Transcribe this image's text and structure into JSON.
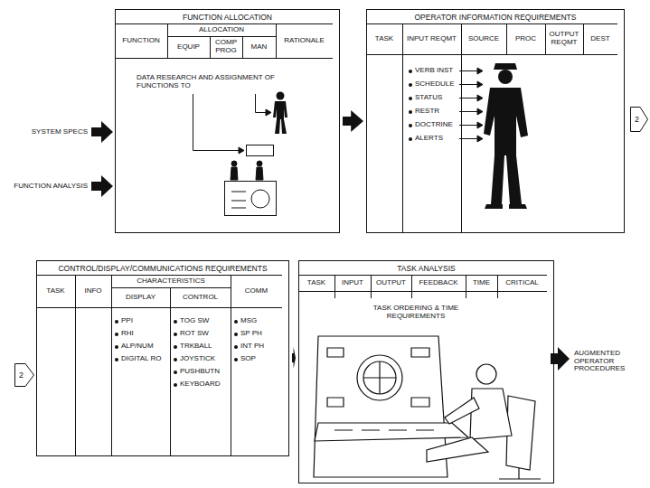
{
  "diagram": {
    "nodes": [
      {
        "text": [
          "FUNCTION ALLOCATION"
        ]
      },
      {
        "text": [
          "OPERATOR INFORMATION REQUIREMENTS"
        ]
      },
      {
        "text": [
          "2"
        ]
      },
      {
        "text": [
          "2"
        ]
      },
      {
        "text": [
          "CONTROL/DISPLAY/COMMUNICATIONS REQUIREMENTS"
        ]
      },
      {
        "text": [
          "TASK ANALYSIS"
        ]
      }
    ],
    "edges": [
      {
        "from": 0,
        "to": 1,
        "arrow": "to"
      },
      {
        "from": 4,
        "to": 5,
        "arrow": "to"
      }
    ],
    "labels": [
      "FUNCTION",
      "ALLOCATION",
      "EQUIP",
      "COMP PROG",
      "MAN",
      "RATIONALE",
      "DATA RESEARCH AND ASSIGNMENT OF FUNCTIONS TO",
      "SYSTEM SPECS",
      "FUNCTION ANALYSIS",
      "TASK",
      "INPUT REQMT",
      "SOURCE",
      "PROC",
      "OUTPUT REQMT",
      "DEST",
      "VERB INST",
      "SCHEDULE",
      "STATUS",
      "RESTR",
      "DOCTRINE",
      "ALERTS",
      "TASK",
      "INFO",
      "CHARACTERISTICS",
      "DISPLAY",
      "CONTROL",
      "COMM",
      "PPI",
      "RHI",
      "ALP/NUM",
      "DIGITAL RO",
      "TOG SW",
      "ROT SW",
      "TRKBALL",
      "JOYSTICK",
      "PUSHBUTN",
      "KEYBOARD",
      "MSG",
      "SP PH",
      "INT PH",
      "SOP",
      "TASK",
      "INPUT",
      "OUTPUT",
      "FEEDBACK",
      "TIME",
      "CRITICAL",
      "TASK ORDERING & TIME REQUIREMENTS",
      "AUGMENTED OPERATOR PROCEDURES"
    ]
  }
}
